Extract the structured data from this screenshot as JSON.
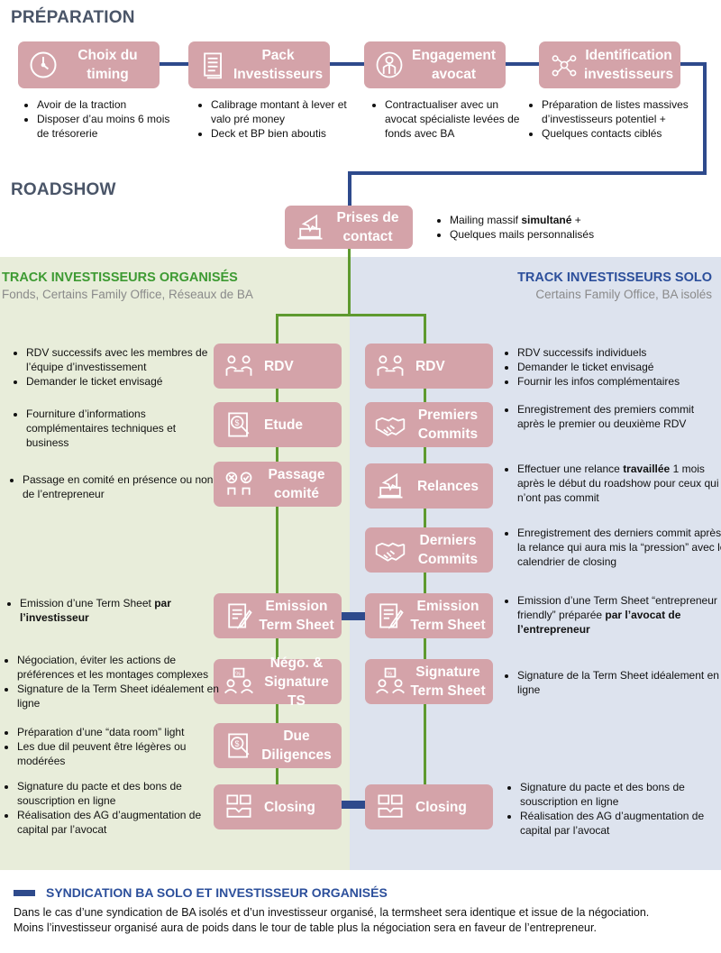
{
  "sections": {
    "preparation": "PRÉPARATION",
    "roadshow": "ROADSHOW"
  },
  "prep": [
    {
      "label": "Choix du timing",
      "icon": "clock-icon",
      "bullets": [
        "Avoir de la traction",
        "Disposer d’au moins 6 mois de trésorerie"
      ]
    },
    {
      "label": "Pack Investisseurs",
      "icon": "document-icon",
      "bullets": [
        "Calibrage montant à lever et valo pré money",
        "Deck et BP bien aboutis"
      ]
    },
    {
      "label": "Engagement avocat",
      "icon": "lawyer-icon",
      "bullets": [
        "Contractualiser avec un avocat spécialiste levées de fonds avec BA"
      ]
    },
    {
      "label": "Identification investisseurs",
      "icon": "investors-network-icon",
      "bullets": [
        "Préparation de listes massives d’investisseurs potentiel +",
        "Quelques contacts ciblés"
      ]
    }
  ],
  "contact": {
    "label": "Prises de contact",
    "icon": "paper-plane-laptop-icon",
    "bullet1_pre": "Mailing massif ",
    "bullet1_bold": "simultané",
    "bullet1_post": " +",
    "bullet2": "Quelques mails personnalisés"
  },
  "track_org": {
    "title": "TRACK INVESTISSEURS ORGANISÉS",
    "subtitle": "Fonds, Certains Family Office, Réseaux de BA"
  },
  "track_solo": {
    "title": "TRACK INVESTISSEURS SOLO",
    "subtitle": "Certains Family Office,  BA isolés"
  },
  "left": {
    "rdv": {
      "label": "RDV",
      "b1": "RDV successifs avec les membres de l’équipe d’investissement",
      "b2": "Demander le ticket envisagé"
    },
    "etude": {
      "label": "Etude",
      "b1": "Fourniture d’informations complémentaires techniques et business"
    },
    "comite": {
      "label": "Passage comité",
      "b1": "Passage en comité en présence ou non de l’entrepreneur"
    },
    "ts": {
      "label": "Emission Term Sheet",
      "pre": "Emission d’une Term Sheet ",
      "bold": "par l’investisseur"
    },
    "nego": {
      "label": "Négo. & Signature TS",
      "b1": "Négociation, éviter les actions de préférences et les montages complexes",
      "b2": "Signature de la Term Sheet idéalement en ligne"
    },
    "dd": {
      "label": "Due Diligences",
      "b1": "Préparation d’une “data room” light",
      "b2": "Les due dil peuvent être légères ou modérées"
    },
    "closing": {
      "label": "Closing",
      "b1": "Signature du pacte et des bons de souscription en ligne",
      "b2": "Réalisation des AG d’augmentation de capital par l’avocat"
    }
  },
  "right": {
    "rdv": {
      "label": "RDV",
      "b1": "RDV successifs individuels",
      "b2": "Demander le ticket envisagé",
      "b3": "Fournir les infos complémentaires"
    },
    "premiers": {
      "label": "Premiers Commits",
      "b1": "Enregistrement des premiers commit après le premier ou deuxième RDV"
    },
    "relances": {
      "label": "Relances",
      "pre": "Effectuer une relance ",
      "bold": "travaillée",
      "post": " 1 mois après le début du roadshow pour ceux qui n’ont pas commit"
    },
    "derniers": {
      "label": "Derniers Commits",
      "b1": "Enregistrement des derniers commit après la relance qui aura mis la “pression” avec le calendrier de closing"
    },
    "ts": {
      "label": "Emission Term Sheet",
      "pre": "Emission d’une Term Sheet “entrepreneur friendly” préparée ",
      "bold": "par l’avocat de l’entrepreneur"
    },
    "signature": {
      "label": "Signature Term Sheet",
      "b1": "Signature de la Term Sheet idéalement en ligne"
    },
    "closing": {
      "label": "Closing",
      "b1": "Signature du pacte et des bons de souscription en ligne",
      "b2": "Réalisation des AG d’augmentation de capital par l’avocat"
    }
  },
  "footer": {
    "title": "SYNDICATION BA SOLO ET INVESTISSEUR ORGANISÉS",
    "text1": "Dans le cas d’une syndication de BA isolés et d’un investisseur organisé, la termsheet sera identique et issue de la négociation.",
    "text2": "Moins l’investisseur organisé aura de poids dans le tour de table plus la négociation sera en faveur de l’entrepreneur."
  },
  "colors": {
    "box": "#d4a3a9",
    "left_bg": "#e8edda",
    "right_bg": "#dde3ee",
    "navy": "#2e4a8c",
    "green": "#5e9a2f"
  }
}
